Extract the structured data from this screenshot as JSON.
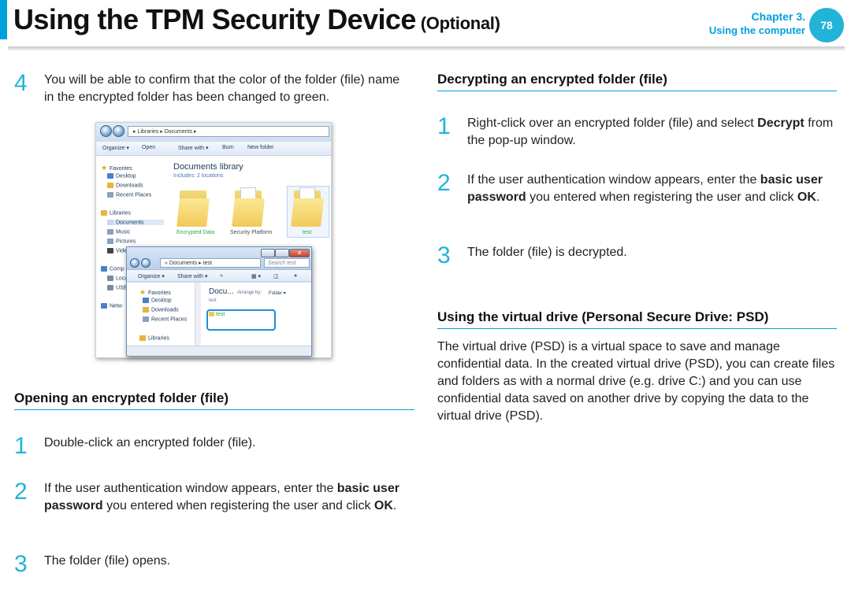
{
  "header": {
    "title": "Using the TPM Security Device",
    "title_suffix": "(Optional)",
    "chapter": "Chapter 3.",
    "chapter_sub": "Using the computer",
    "page_number": "78"
  },
  "left": {
    "step4": {
      "num": "4",
      "text": "You will be able to confirm that the color of the folder (file) name in the encrypted folder has been changed to green."
    },
    "open_heading": "Opening an encrypted folder (file)",
    "open_steps": [
      {
        "num": "1",
        "text": "Double-click an encrypted folder (file)."
      },
      {
        "num": "2",
        "pre": "If the user authentication window appears, enter the ",
        "b1": "basic user password",
        "mid": " you entered when registering the user and click ",
        "b2": "OK",
        "post": "."
      },
      {
        "num": "3",
        "text": "The folder (file) opens."
      }
    ]
  },
  "right": {
    "decrypt_heading": "Decrypting an encrypted folder (file)",
    "decrypt_steps": [
      {
        "num": "1",
        "pre": "Right-click over an encrypted folder (file) and select ",
        "b1": "Decrypt",
        "post": " from the pop-up window."
      },
      {
        "num": "2",
        "pre": "If the user authentication window appears, enter the ",
        "b1": "basic user password",
        "mid": " you entered when registering the user and click ",
        "b2": "OK",
        "post": "."
      },
      {
        "num": "3",
        "text": "The folder (file) is decrypted."
      }
    ],
    "psd_heading": "Using the virtual drive (Personal Secure Drive: PSD)",
    "psd_text": "The virtual drive (PSD) is a virtual space to save and manage confidential data. In the created virtual drive (PSD), you can create files and folders as with a normal drive (e.g. drive C:) and you can use confidential data saved on another drive by copying the data to the virtual drive (PSD)."
  },
  "screenshot": {
    "address": "▸  Libraries  ▸  Documents  ▸",
    "toolbar": [
      "Organize ▾",
      "Open",
      "Share with ▾",
      "Burn",
      "New folder"
    ],
    "sidebar": [
      "Favorites",
      "Desktop",
      "Downloads",
      "Recent Places",
      "Libraries",
      "Documents",
      "Music",
      "Pictures",
      "Vide",
      "Comp",
      "Loca",
      "USB",
      "Netw"
    ],
    "library_title": "Documents library",
    "library_sub": "Includes: 2 locations",
    "folders": [
      "Encrypted Data",
      "Security Platform",
      "test"
    ],
    "inner": {
      "address": "«  Documents  ▸  test",
      "search": "Search test",
      "toolbar": [
        "Organize ▾",
        "Share with ▾",
        "»"
      ],
      "sidebar": [
        "Favorites",
        "Desktop",
        "Downloads",
        "Recent Places",
        "Libraries"
      ],
      "title": "Docu...",
      "arrange_label": "Arrange by:",
      "arrange_value": "Folder ▾",
      "sub": "test",
      "file": "test"
    }
  },
  "colors": {
    "accent": "#00a0dc",
    "badge": "#21b4d8",
    "encrypted_green": "#2ea84a"
  }
}
